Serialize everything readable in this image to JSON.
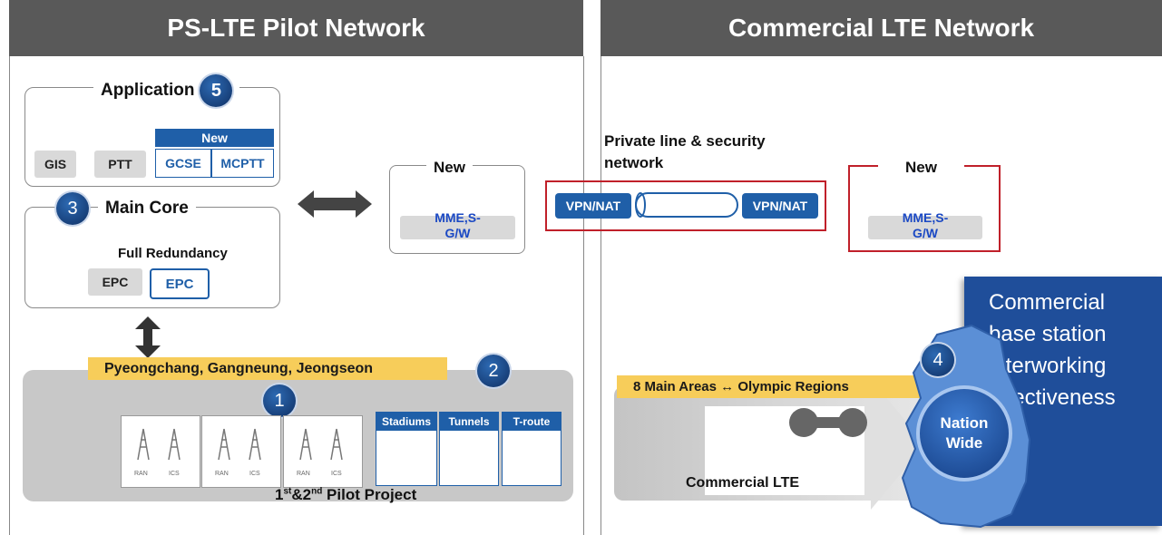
{
  "left_header": "PS-LTE Pilot Network",
  "right_header": "Commercial LTE Network",
  "application": {
    "title": "Application",
    "number": "5",
    "new_label": "New",
    "items": [
      "GIS",
      "PTT"
    ],
    "new_items": [
      "GCSE",
      "MCPTT"
    ]
  },
  "main_core": {
    "number": "3",
    "title": "Main Core",
    "subtitle": "Full Redundancy",
    "epc_existing": "EPC",
    "epc_new": "EPC"
  },
  "left_new_box": {
    "title": "New",
    "label": "MME,S-G/W"
  },
  "right_new_box": {
    "title": "New",
    "label": "MME,S-G/W"
  },
  "private_line": {
    "title": "Private line & security network",
    "vpn_left": "VPN/NAT",
    "vpn_right": "VPN/NAT"
  },
  "pilot": {
    "regions_label": "Pyeongchang,  Gangneung,  Jeongseon",
    "region_number": "2",
    "pilot_number": "1",
    "ran_sites": [
      {
        "left": "RAN",
        "right": "ICS"
      },
      {
        "left": "RAN",
        "right": "ICS"
      },
      {
        "left": "RAN",
        "right": "ICS"
      }
    ],
    "areas": [
      "Stadiums",
      "Tunnels",
      "T-route"
    ],
    "project_label_pre": "1",
    "project_sup1": "st",
    "project_mid": "&2",
    "project_sup2": "nd",
    "project_label_post": " Pilot Project"
  },
  "commercial": {
    "areas_label": "8 Main Areas ↔  Olympic   Regions",
    "number": "4",
    "lte_label": "Commercial LTE",
    "nation_wide": [
      "Nation",
      "Wide"
    ],
    "effect_lines": [
      "Commercial",
      "base station",
      "interworking",
      "effectiveness"
    ]
  },
  "colors": {
    "accent_blue": "#1f5fa8",
    "header_gray": "#595959",
    "red_outline": "#c0202a",
    "yellow": "#f7cd5a"
  }
}
